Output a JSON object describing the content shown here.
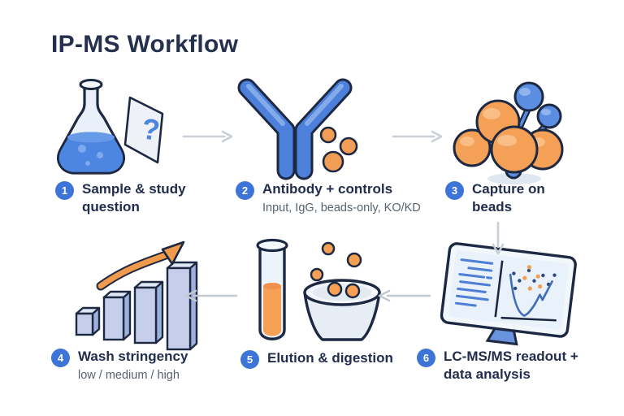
{
  "page": {
    "title": "IP-MS Workflow"
  },
  "colors": {
    "accent_blue": "#3d74d7",
    "navy_text": "#222d4d",
    "outline_navy": "#1d2942",
    "muted_text": "#576270",
    "orange": "#f29d55",
    "antibody_blue": "#4c80da",
    "arrow_gray": "#c9cfd7"
  },
  "icons": {
    "question_glyph": "?"
  },
  "steps": [
    {
      "number": "1",
      "label": "Sample & study question",
      "sublabel": "",
      "icon": "flask-question-icon"
    },
    {
      "number": "2",
      "label": "Antibody + controls",
      "sublabel": "Input, IgG, beads-only, KO/KD",
      "icon": "antibody-icon"
    },
    {
      "number": "3",
      "label": "Capture on beads",
      "sublabel": "",
      "icon": "beads-cluster-icon"
    },
    {
      "number": "4",
      "label": "Wash stringency",
      "sublabel": "low / medium / high",
      "icon": "bar-chart-growth-icon"
    },
    {
      "number": "5",
      "label": "Elution & digestion",
      "sublabel": "",
      "icon": "tube-funnel-icon"
    },
    {
      "number": "6",
      "label": "LC-MS/MS readout + data analysis",
      "sublabel": "",
      "icon": "monitor-analysis-icon"
    }
  ]
}
